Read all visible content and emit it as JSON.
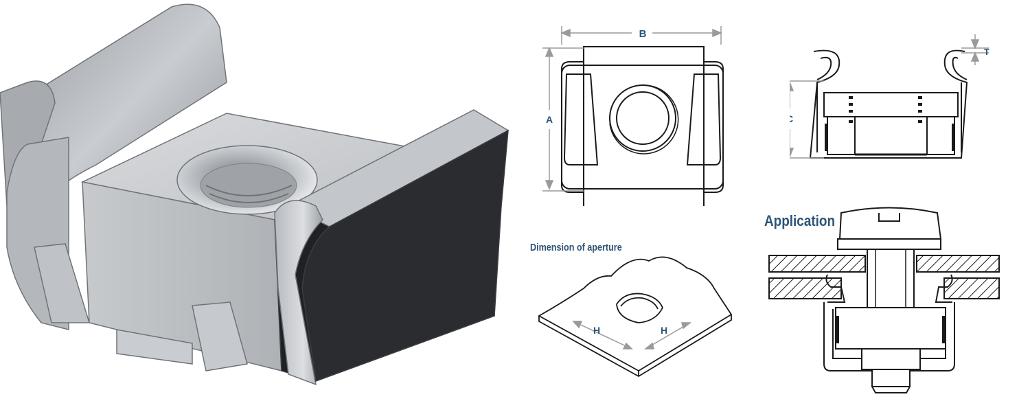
{
  "labels": {
    "a": "A",
    "b": "B",
    "c": "C",
    "t": "T",
    "h": "H",
    "application": "Application",
    "aperture": "Dimension of aperture"
  },
  "colors": {
    "label_blue": "#2d5577",
    "arrow_gray": "#9a9a9a",
    "line": "#1a1a1a",
    "metal_light": "#d2d4d7",
    "metal_dark": "#2a2c2f"
  }
}
